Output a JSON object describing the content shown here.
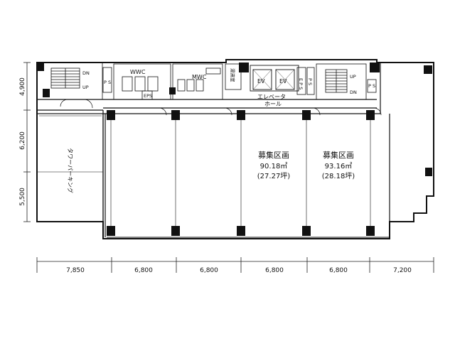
{
  "left_dimensions": [
    "4,900",
    "6,200",
    "5,500"
  ],
  "bottom_dimensions": [
    "7,850",
    "6,800",
    "6,800",
    "6,800",
    "6,800",
    "7,200"
  ],
  "rooms": {
    "stair_dn": "DN",
    "stair_up": "UP",
    "ps": "P S",
    "wwc": "WWC",
    "mwc": "MWC",
    "eps": "EPS",
    "eps_v": "E P S",
    "cleaning": "湯沸室",
    "ev1": "EV",
    "ev2": "EV",
    "elevator_hall_line1": "エレベータ",
    "elevator_hall_line2": "ホール",
    "tower_parking": "タワーパーキング"
  },
  "spaces": [
    {
      "title": "募集区画",
      "area": "90.18㎡",
      "tsubo": "(27.27坪)"
    },
    {
      "title": "募集区画",
      "area": "93.16㎡",
      "tsubo": "(28.18坪)"
    }
  ]
}
